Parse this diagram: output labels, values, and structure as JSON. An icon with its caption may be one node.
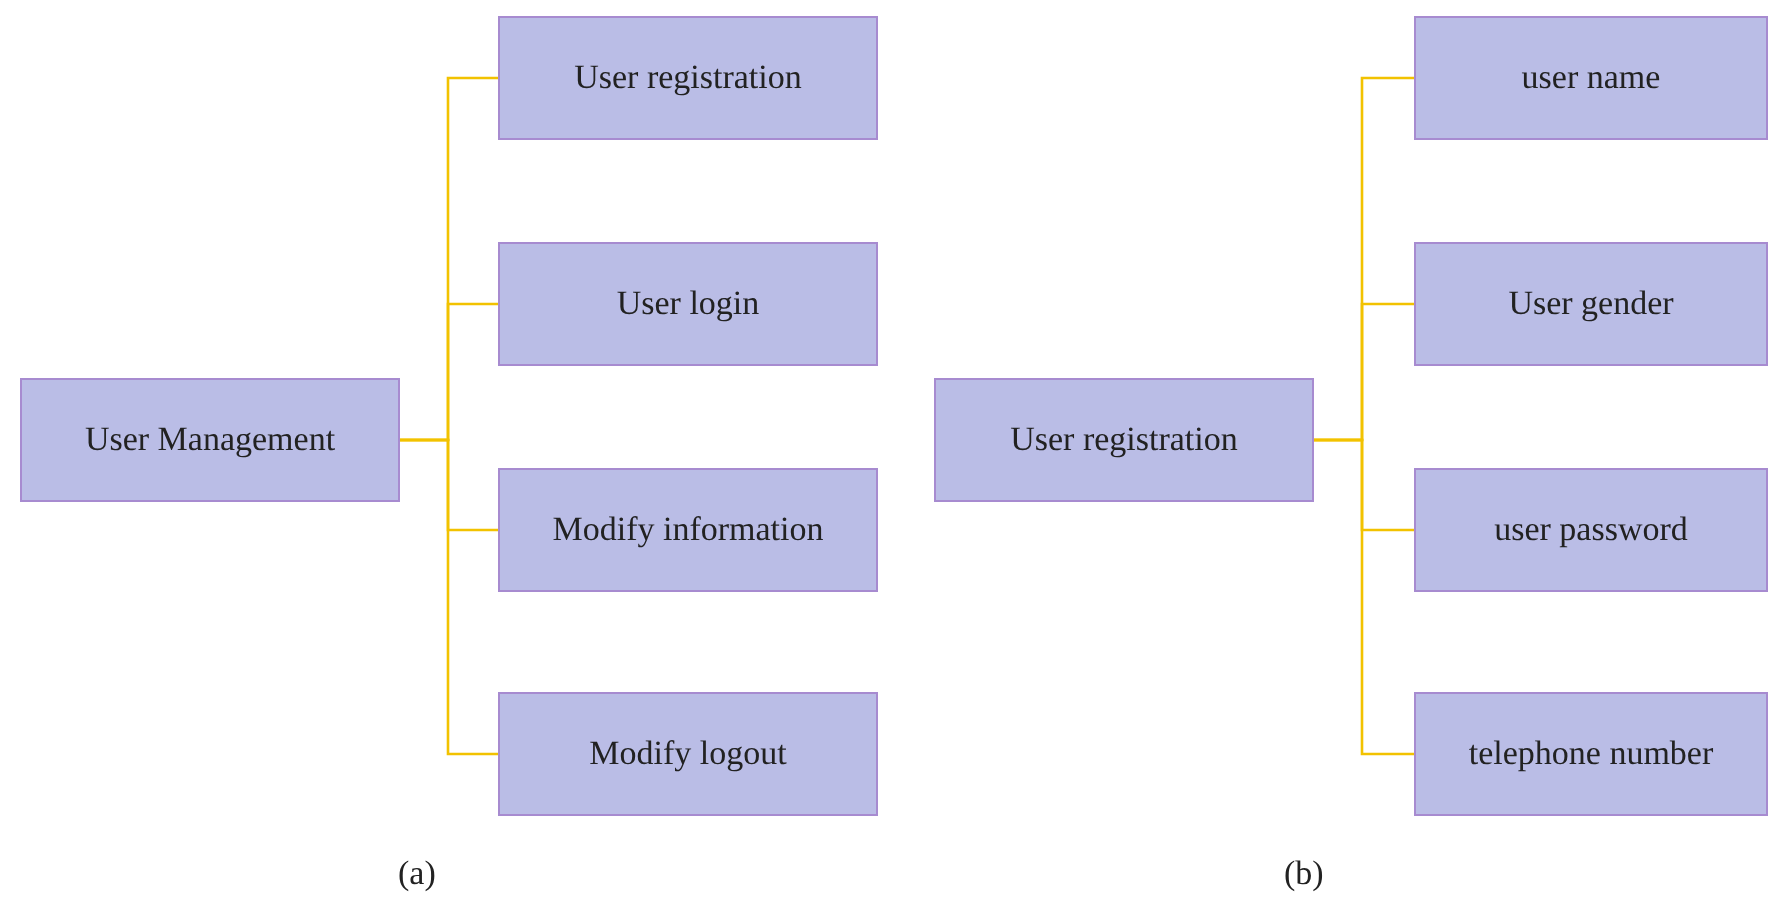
{
  "diagram": {
    "nodes": [
      {
        "text": [
          "User Management"
        ]
      },
      {
        "text": [
          "User registration"
        ]
      },
      {
        "text": [
          "User login"
        ]
      },
      {
        "text": [
          "Modify information"
        ]
      },
      {
        "text": [
          "Modify logout"
        ]
      },
      {
        "text": [
          "User registration"
        ]
      },
      {
        "text": [
          "user name"
        ]
      },
      {
        "text": [
          "User gender"
        ]
      },
      {
        "text": [
          "user password"
        ]
      },
      {
        "text": [
          "telephone number"
        ]
      }
    ],
    "edges": [
      {
        "from": 0,
        "to": 1,
        "arrow": "none"
      },
      {
        "from": 0,
        "to": 2,
        "arrow": "none"
      },
      {
        "from": 0,
        "to": 3,
        "arrow": "none"
      },
      {
        "from": 0,
        "to": 4,
        "arrow": "none"
      },
      {
        "from": 5,
        "to": 6,
        "arrow": "none"
      },
      {
        "from": 5,
        "to": 7,
        "arrow": "none"
      },
      {
        "from": 5,
        "to": 8,
        "arrow": "none"
      },
      {
        "from": 5,
        "to": 9,
        "arrow": "none"
      }
    ],
    "labels": [
      "(a)",
      "(b)"
    ]
  }
}
